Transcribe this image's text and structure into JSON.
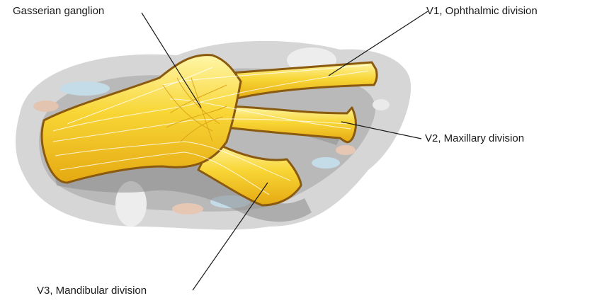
{
  "diagram": {
    "labels": {
      "gasserian": "Gasserian ganglion",
      "v1": "V1, Ophthalmic division",
      "v2": "V2, Maxillary division",
      "v3": "V3, Mandibular division"
    }
  }
}
